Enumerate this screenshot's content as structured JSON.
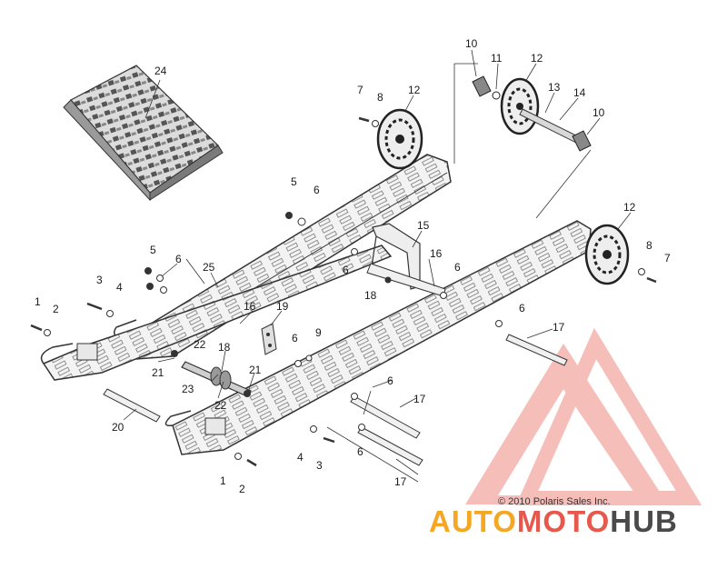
{
  "diagram": {
    "callouts": [
      {
        "id": "c1a",
        "label": "1"
      },
      {
        "id": "c2a",
        "label": "2"
      },
      {
        "id": "c3a",
        "label": "3"
      },
      {
        "id": "c4a",
        "label": "4"
      },
      {
        "id": "c5a",
        "label": "5"
      },
      {
        "id": "c6a",
        "label": "6"
      },
      {
        "id": "c5b",
        "label": "5"
      },
      {
        "id": "c6b",
        "label": "6"
      },
      {
        "id": "c7a",
        "label": "7"
      },
      {
        "id": "c8a",
        "label": "8"
      },
      {
        "id": "c12a",
        "label": "12"
      },
      {
        "id": "c10a",
        "label": "10"
      },
      {
        "id": "c11",
        "label": "11"
      },
      {
        "id": "c12b",
        "label": "12"
      },
      {
        "id": "c13",
        "label": "13"
      },
      {
        "id": "c14",
        "label": "14"
      },
      {
        "id": "c10b",
        "label": "10"
      },
      {
        "id": "c24",
        "label": "24"
      },
      {
        "id": "c25",
        "label": "25"
      },
      {
        "id": "c15",
        "label": "15"
      },
      {
        "id": "c16a",
        "label": "16"
      },
      {
        "id": "c6c",
        "label": "6"
      },
      {
        "id": "c18a",
        "label": "18"
      },
      {
        "id": "c6d",
        "label": "6"
      },
      {
        "id": "c12c",
        "label": "12"
      },
      {
        "id": "c8b",
        "label": "8"
      },
      {
        "id": "c7b",
        "label": "7"
      },
      {
        "id": "c6e",
        "label": "6"
      },
      {
        "id": "c17a",
        "label": "17"
      },
      {
        "id": "c16b",
        "label": "16"
      },
      {
        "id": "c19",
        "label": "19"
      },
      {
        "id": "c6f",
        "label": "6"
      },
      {
        "id": "c9",
        "label": "9"
      },
      {
        "id": "c22a",
        "label": "22"
      },
      {
        "id": "c18b",
        "label": "18"
      },
      {
        "id": "c21a",
        "label": "21"
      },
      {
        "id": "c23",
        "label": "23"
      },
      {
        "id": "c21b",
        "label": "21"
      },
      {
        "id": "c22b",
        "label": "22"
      },
      {
        "id": "c6g",
        "label": "6"
      },
      {
        "id": "c17b",
        "label": "17"
      },
      {
        "id": "c20",
        "label": "20"
      },
      {
        "id": "c4b",
        "label": "4"
      },
      {
        "id": "c3b",
        "label": "3"
      },
      {
        "id": "c6h",
        "label": "6"
      },
      {
        "id": "c17c",
        "label": "17"
      },
      {
        "id": "c1b",
        "label": "1"
      },
      {
        "id": "c2b",
        "label": "2"
      }
    ],
    "copyright": "© 2010 Polaris Sales Inc.",
    "watermark": {
      "part1": "AUTO",
      "part2": "MOTO",
      "part3": "HUB",
      "color_orange": "#f5a623",
      "color_red": "#e8574b",
      "color_gray": "#4a4a4a"
    }
  }
}
